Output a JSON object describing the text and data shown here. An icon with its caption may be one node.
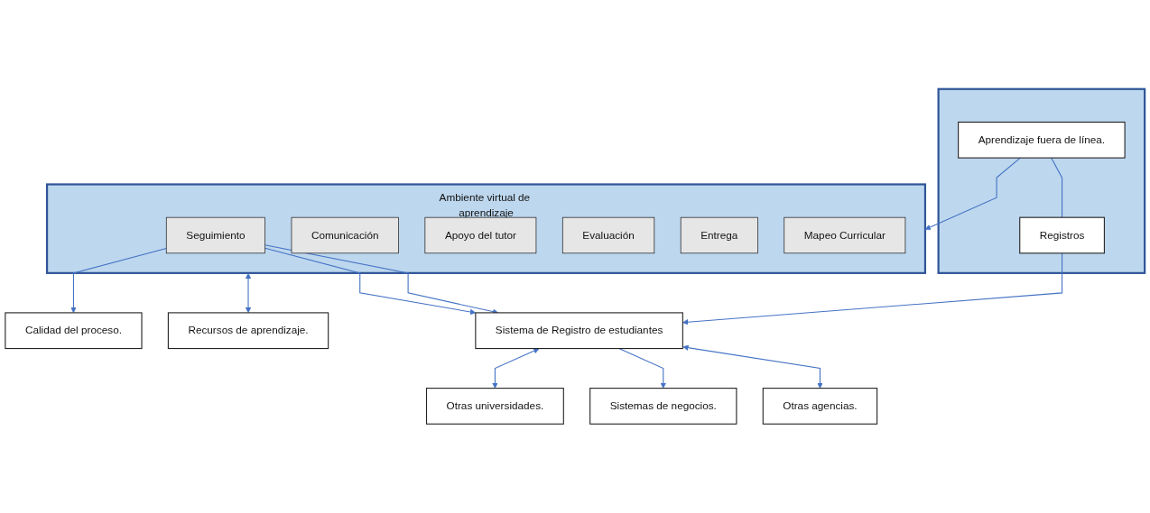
{
  "diagram": {
    "nodes": [
      {
        "text": [
          "Calidad del proceso."
        ]
      },
      {
        "text": [
          "Ambiente virtual de aprendizaje"
        ]
      },
      {
        "text": [
          "Mapeo Curricular"
        ],
        "in": 1
      },
      {
        "text": [
          "Entrega"
        ],
        "in": 1
      },
      {
        "text": [
          "Evaluación"
        ],
        "in": 1
      },
      {
        "text": [
          "Apoyo del tutor"
        ],
        "in": 1
      },
      {
        "text": [
          "Comunicación"
        ],
        "in": 1
      },
      {
        "text": [
          "Seguimiento"
        ],
        "in": 1
      },
      {
        "text": [
          "Recursos de aprendizaje."
        ]
      },
      {
        "text": [],
        "shape": "box"
      },
      {
        "text": [
          "Aprendizaje fuera de línea."
        ],
        "in": 9
      },
      {
        "text": [
          "Registros"
        ],
        "in": 9
      },
      {
        "text": [
          "Sistema de Registro de estudiantes"
        ]
      },
      {
        "text": [
          "Sistemas de negocios."
        ]
      },
      {
        "text": [
          "Otras agencias."
        ]
      },
      {
        "text": [
          "Otras universidades."
        ]
      }
    ],
    "edges": [
      {
        "from": 1,
        "to": 8,
        "arrow": "both"
      },
      {
        "from": 10,
        "to": 1,
        "arrow": "to"
      },
      {
        "from": 10,
        "to": 11,
        "arrow": "none"
      },
      {
        "from": 7,
        "to": 12,
        "arrow": "to"
      },
      {
        "from": 7,
        "to": 0,
        "arrow": "to"
      },
      {
        "from": 7,
        "to": 12,
        "arrow": "to"
      },
      {
        "from": 11,
        "to": 12,
        "arrow": "to"
      },
      {
        "from": 12,
        "to": 15,
        "arrow": "both"
      },
      {
        "from": 12,
        "to": 13,
        "arrow": "to"
      },
      {
        "from": 12,
        "to": 14,
        "arrow": "both"
      }
    ]
  }
}
